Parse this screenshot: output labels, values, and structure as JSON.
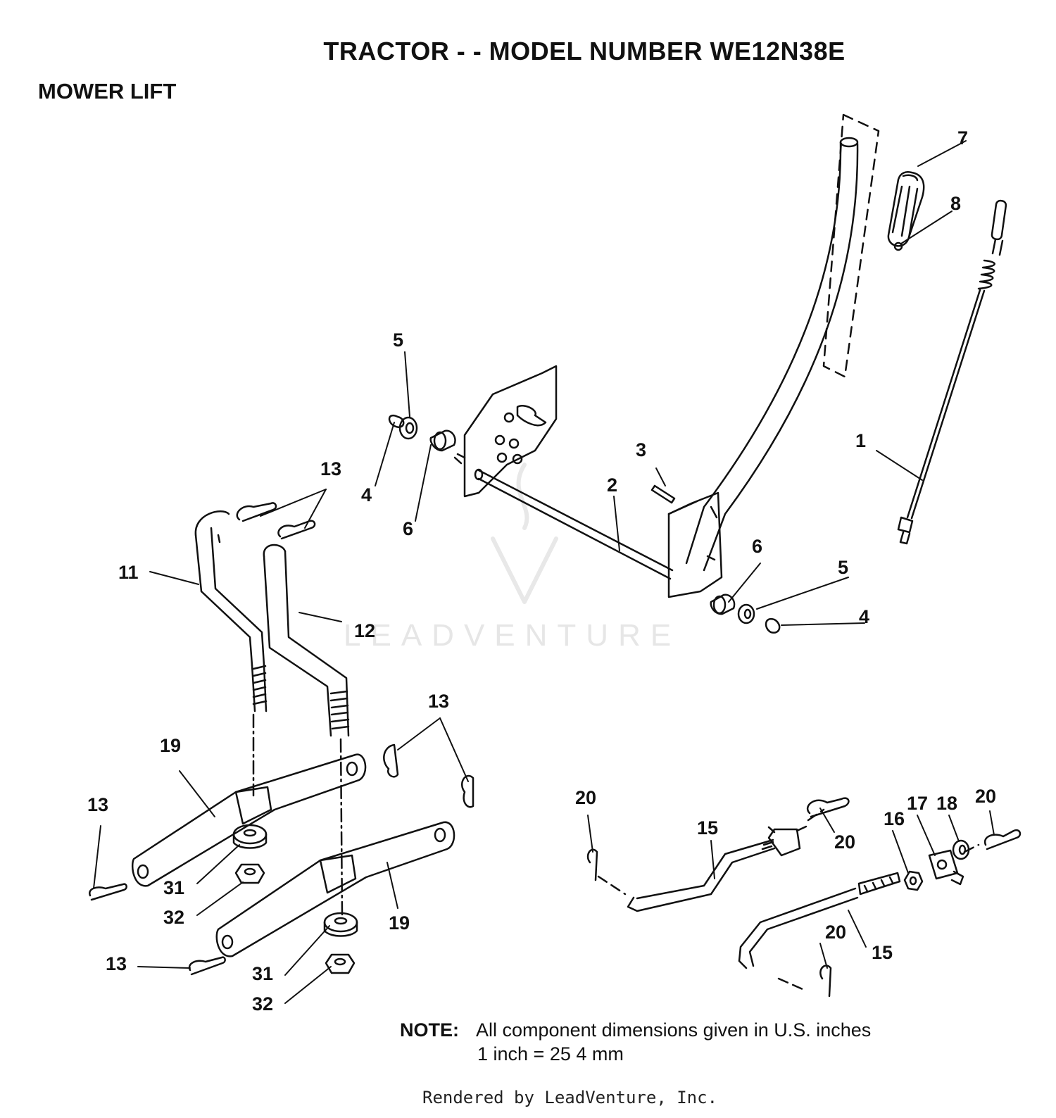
{
  "title": "TRACTOR - - MODEL NUMBER WE12N38E",
  "section": "MOWER LIFT",
  "watermark": "LEADVENTURE",
  "note": {
    "label": "NOTE:",
    "line1": "All component dimensions given in U.S. inches",
    "line2": "1 inch = 25 4 mm"
  },
  "footer": "Rendered by LeadVenture, Inc.",
  "callouts": {
    "c1": "1",
    "c2": "2",
    "c3": "3",
    "c4a": "4",
    "c4b": "4",
    "c5a": "5",
    "c5b": "5",
    "c6a": "6",
    "c6b": "6",
    "c7": "7",
    "c8": "8",
    "c11": "11",
    "c12": "12",
    "c13a": "13",
    "c13b": "13",
    "c13c": "13",
    "c13d": "13",
    "c15a": "15",
    "c15b": "15",
    "c16": "16",
    "c17": "17",
    "c18": "18",
    "c19a": "19",
    "c19b": "19",
    "c20a": "20",
    "c20b": "20",
    "c20c": "20",
    "c20d": "20",
    "c31a": "31",
    "c31b": "31",
    "c32a": "32",
    "c32b": "32"
  }
}
